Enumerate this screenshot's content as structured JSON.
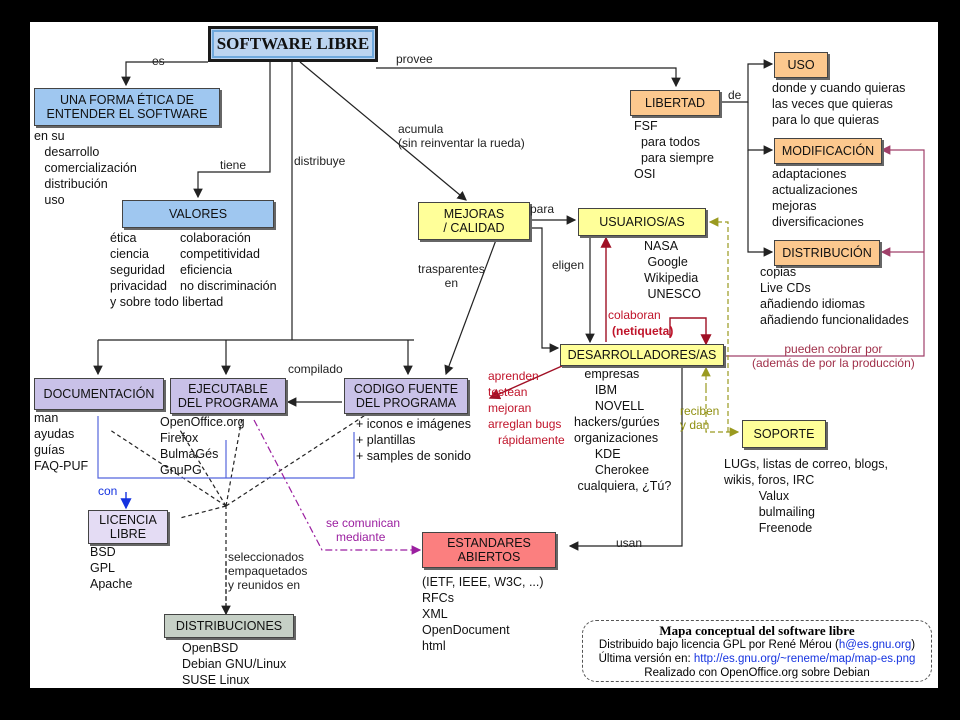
{
  "nodes": {
    "software_libre": "SOFTWARE LIBRE",
    "forma_etica": "UNA FORMA ÉTICA DE\nENTENDER EL SOFTWARE",
    "valores": "VALORES",
    "mejoras": "MEJORAS\n/ CALIDAD",
    "libertad": "LIBERTAD",
    "uso": "USO",
    "modificacion": "MODIFICACIÓN",
    "distribucion": "DISTRIBUCIÓN",
    "usuarios": "USUARIOS/AS",
    "desarrolladores": "DESARROLLADORES/AS",
    "documentacion": "DOCUMENTACIÓN",
    "ejecutable": "EJECUTABLE\nDEL PROGRAMA",
    "codigo_fuente": "CODIGO FUENTE\nDEL PROGRAMA",
    "soporte": "SOPORTE",
    "licencia": "LICENCIA\nLIBRE",
    "estandares": "ESTANDARES\nABIERTOS",
    "distribuciones": "DISTRIBUCIONES"
  },
  "labels": {
    "es": "es",
    "provee": "provee",
    "tiene": "tiene",
    "distribuye": "distribuye",
    "acumula": "acumula\n(sin reinventar la rueda)",
    "de": "de",
    "para": "para",
    "eligen": "eligen",
    "trasparentes": "trasparentes\n        en",
    "compilado": "compilado",
    "colaboran": "colaboran",
    "netiqueta": "(netiqueta)",
    "pueden_cobrar": "pueden cobrar por\n(además de por la producción)",
    "aprenden": "aprenden\ntestean\nmejoran\narreglan bugs\n   rápidamente",
    "reciben": "reciben\ny dan",
    "con": "con",
    "se_comunican": "se comunican\n   mediante",
    "usan": "usan",
    "seleccionados": "seleccionados\nempaquetados\ny reunidos en"
  },
  "lists": {
    "forma_etica": "en su\n   desarrollo\n   comercialización\n   distribución\n   uso",
    "valores_left": "ética\nciencia\nseguridad\nprivacidad\ny sobre todo libertad",
    "valores_right": "colaboración\ncompetitividad\neficiencia\nno discriminación",
    "libertad": "FSF\n  para todos\n  para siempre\nOSI",
    "uso": "donde y cuando quieras\nlas veces que quieras\npara lo que quieras",
    "modificacion": "adaptaciones\nactualizaciones\nmejoras\ndiversificaciones",
    "distribucion": "copias\nLive CDs\nañadiendo idiomas\nañadiendo funcionalidades",
    "usuarios": "NASA\n Google\nWikipedia\n UNESCO",
    "desarrolladores": "   empresas\n      IBM\n      NOVELL\nhackers/gurúes\norganizaciones\n      KDE\n      Cherokee\n cualquiera, ¿Tú?",
    "documentacion": "man\nayudas\nguías\nFAQ-PUF",
    "ejecutable": "OpenOffice.org\nFirefox\nBulmaGés\nGnuPG",
    "codigo_fuente": "+ iconos e imágenes\n+ plantillas\n+ samples de sonido",
    "soporte": "LUGs, listas de correo, blogs,\nwikis, foros, IRC\n          Valux\n          bulmailing\n          Freenode",
    "licencia": "BSD\nGPL\nApache",
    "estandares": "(IETF, IEEE, W3C, ...)\nRFCs\nXML\nOpenDocument\nhtml",
    "distribuciones": "OpenBSD\nDebian GNU/Linux\nSUSE Linux"
  },
  "credits": {
    "title": "Mapa conceptual del software libre",
    "line1_pre": "Distribuido bajo licencia GPL por René Mérou (",
    "line1_email": "h@es.gnu.org",
    "line1_post": ")",
    "line2_pre": "Última versión en: ",
    "line2_url": "http://es.gnu.org/~reneme/map/map-es.png",
    "line3": "Realizado con OpenOffice.org sobre Debian"
  },
  "colors": {
    "arrow": "#222222",
    "red_arrow": "#a01025",
    "maroon_arrow": "#a0406a",
    "olive_arrow": "#9a9a20",
    "violet_arrow": "#9b1fa0",
    "blue_arrow": "#1533e0",
    "line_blue": "#5566dd"
  }
}
